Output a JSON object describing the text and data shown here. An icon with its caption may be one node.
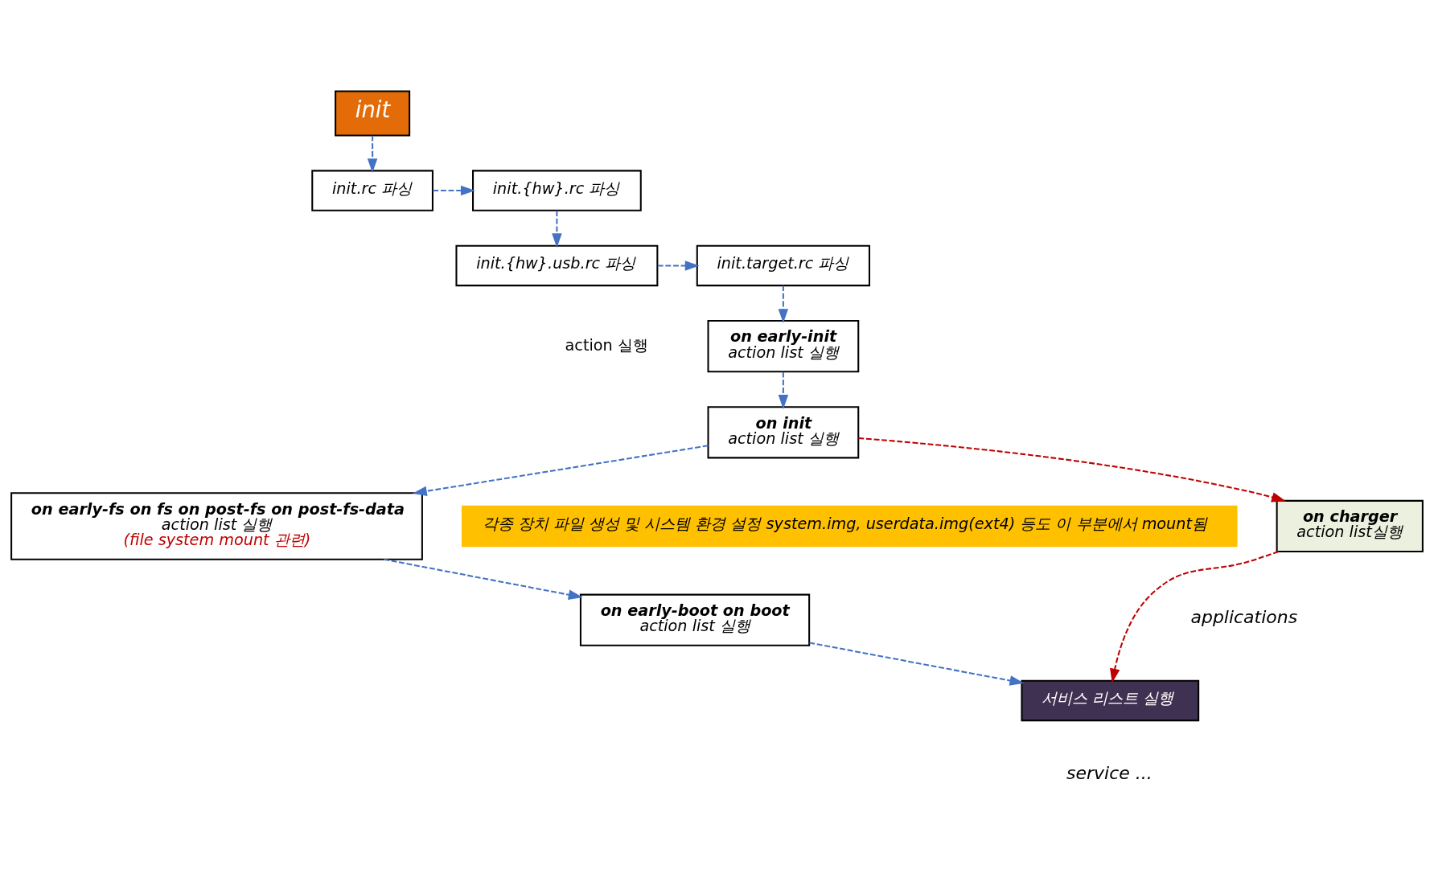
{
  "diagram": {
    "nodes": [
      {
        "text": [
          "init"
        ]
      },
      {
        "text": [
          "init.rc 파싱"
        ]
      },
      {
        "text": [
          "init.{hw}.rc 파싱"
        ]
      },
      {
        "text": [
          "init.{hw}.usb.rc 파싱"
        ]
      },
      {
        "text": [
          "init.target.rc 파싱"
        ]
      },
      {
        "text": [
          "on early-init",
          "action list 실행"
        ]
      },
      {
        "text": [
          "on init",
          "action list 실행"
        ]
      },
      {
        "text": [
          "on early-fs on fs on post-fs on post-fs-data",
          "action list 실행",
          "(file system mount 관련)"
        ]
      },
      {
        "text": [
          "on early-boot on boot",
          "action list 실행"
        ]
      },
      {
        "text": [
          "on charger",
          "action list실행"
        ]
      },
      {
        "text": [
          "서비스 리스트 실행"
        ],
        "beside": [
          "applications",
          "service ..."
        ]
      },
      {
        "text": [
          "각종 장치 파일 생성 및 시스템 환경 설정 system.img, userdata.img(ext4) 등도 이 부분에서 mount됨"
        ]
      }
    ],
    "edges": [
      {
        "from": 0,
        "to": 1,
        "arrow": "to",
        "style": "dashed"
      },
      {
        "from": 1,
        "to": 2,
        "arrow": "to",
        "style": "dashed"
      },
      {
        "from": 2,
        "to": 3,
        "arrow": "to",
        "style": "dashed"
      },
      {
        "from": 3,
        "to": 4,
        "arrow": "to",
        "style": "dashed"
      },
      {
        "from": 4,
        "to": 5,
        "arrow": "to",
        "style": "dashed"
      },
      {
        "from": 5,
        "to": 6,
        "arrow": "to",
        "style": "dashed"
      },
      {
        "from": 6,
        "to": 7,
        "arrow": "to",
        "style": "dashed"
      },
      {
        "from": 7,
        "to": 8,
        "arrow": "to",
        "style": "dashed"
      },
      {
        "from": 8,
        "to": 10,
        "arrow": "to",
        "style": "dashed"
      },
      {
        "from": 6,
        "to": 9,
        "arrow": "to",
        "style": "dashed",
        "color": "#c00000"
      },
      {
        "from": 9,
        "to": 10,
        "arrow": "to",
        "style": "dashed",
        "color": "#c00000"
      }
    ],
    "labels": [
      "action 실행"
    ]
  }
}
